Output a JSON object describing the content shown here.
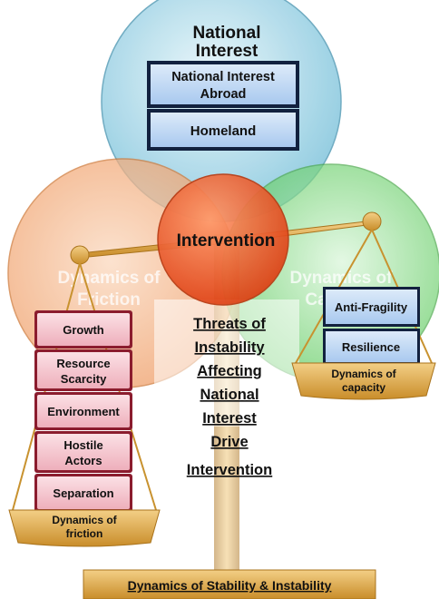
{
  "national_interest": {
    "title_line1": "National",
    "title_line2": "Interest",
    "abroad_line1": "National Interest",
    "abroad_line2": "Abroad",
    "homeland": "Homeland"
  },
  "intervention": "Intervention",
  "friction_circle": {
    "line1": "Dynamics of",
    "line2": "Friction"
  },
  "capacity_circle": {
    "line1": "Dynamics of",
    "line2": "Capacity"
  },
  "friction_stack": [
    "Growth",
    "Resource Scarcity",
    "Environment",
    "Hostile Actors",
    "Separation"
  ],
  "friction_pan": {
    "line1": "Dynamics of",
    "line2": "friction"
  },
  "capacity_stack": [
    "Anti-Fragility",
    "Resilience"
  ],
  "capacity_pan": {
    "line1": "Dynamics of",
    "line2": "capacity"
  },
  "threats_text": [
    "Threats of",
    "Instability",
    "Affecting",
    "National",
    "Interest",
    "Drive",
    "Intervention"
  ],
  "base_label": "Dynamics of Stability & Instability",
  "colors": {
    "blue_circle": "#bfe3ee",
    "orange_circle": "#f4b183",
    "green_circle": "#9fe09f",
    "intervention": "#ee5522",
    "box_blue": "#bdd7f5",
    "box_pink": "#f6c6cf",
    "gold": "#d9a441"
  }
}
